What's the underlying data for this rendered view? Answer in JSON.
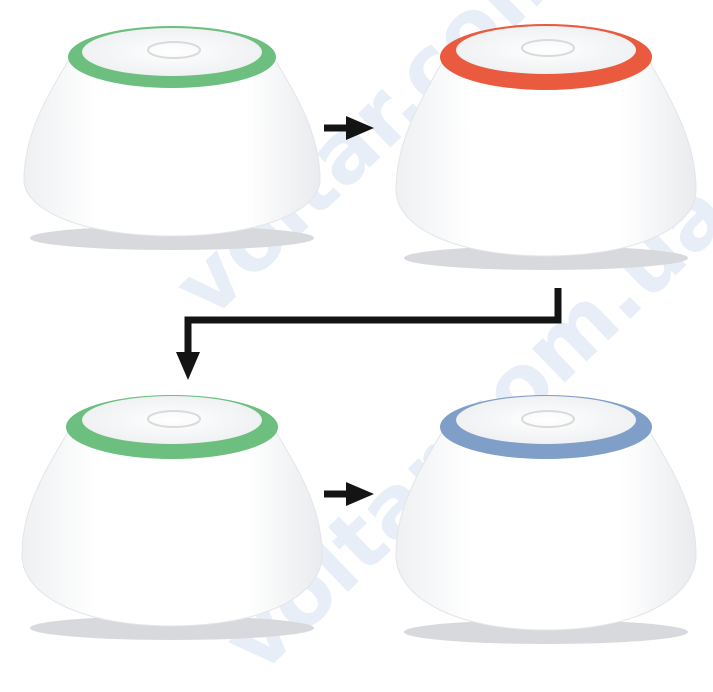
{
  "watermark": {
    "text": "voltar.com.ua"
  },
  "devices": [
    {
      "state": "green",
      "ring_color": "#6cbf7e"
    },
    {
      "state": "red",
      "ring_color": "#e95a3f"
    },
    {
      "state": "green",
      "ring_color": "#6cbf7e"
    },
    {
      "state": "blue",
      "ring_color": "#7f9fc8"
    }
  ],
  "colors": {
    "arrow": "#141414",
    "body": "#ffffff",
    "top_surface": "#f1f2f3",
    "shadow": "#d7d9dc"
  },
  "flow": [
    "green",
    "red",
    "green",
    "blue"
  ]
}
